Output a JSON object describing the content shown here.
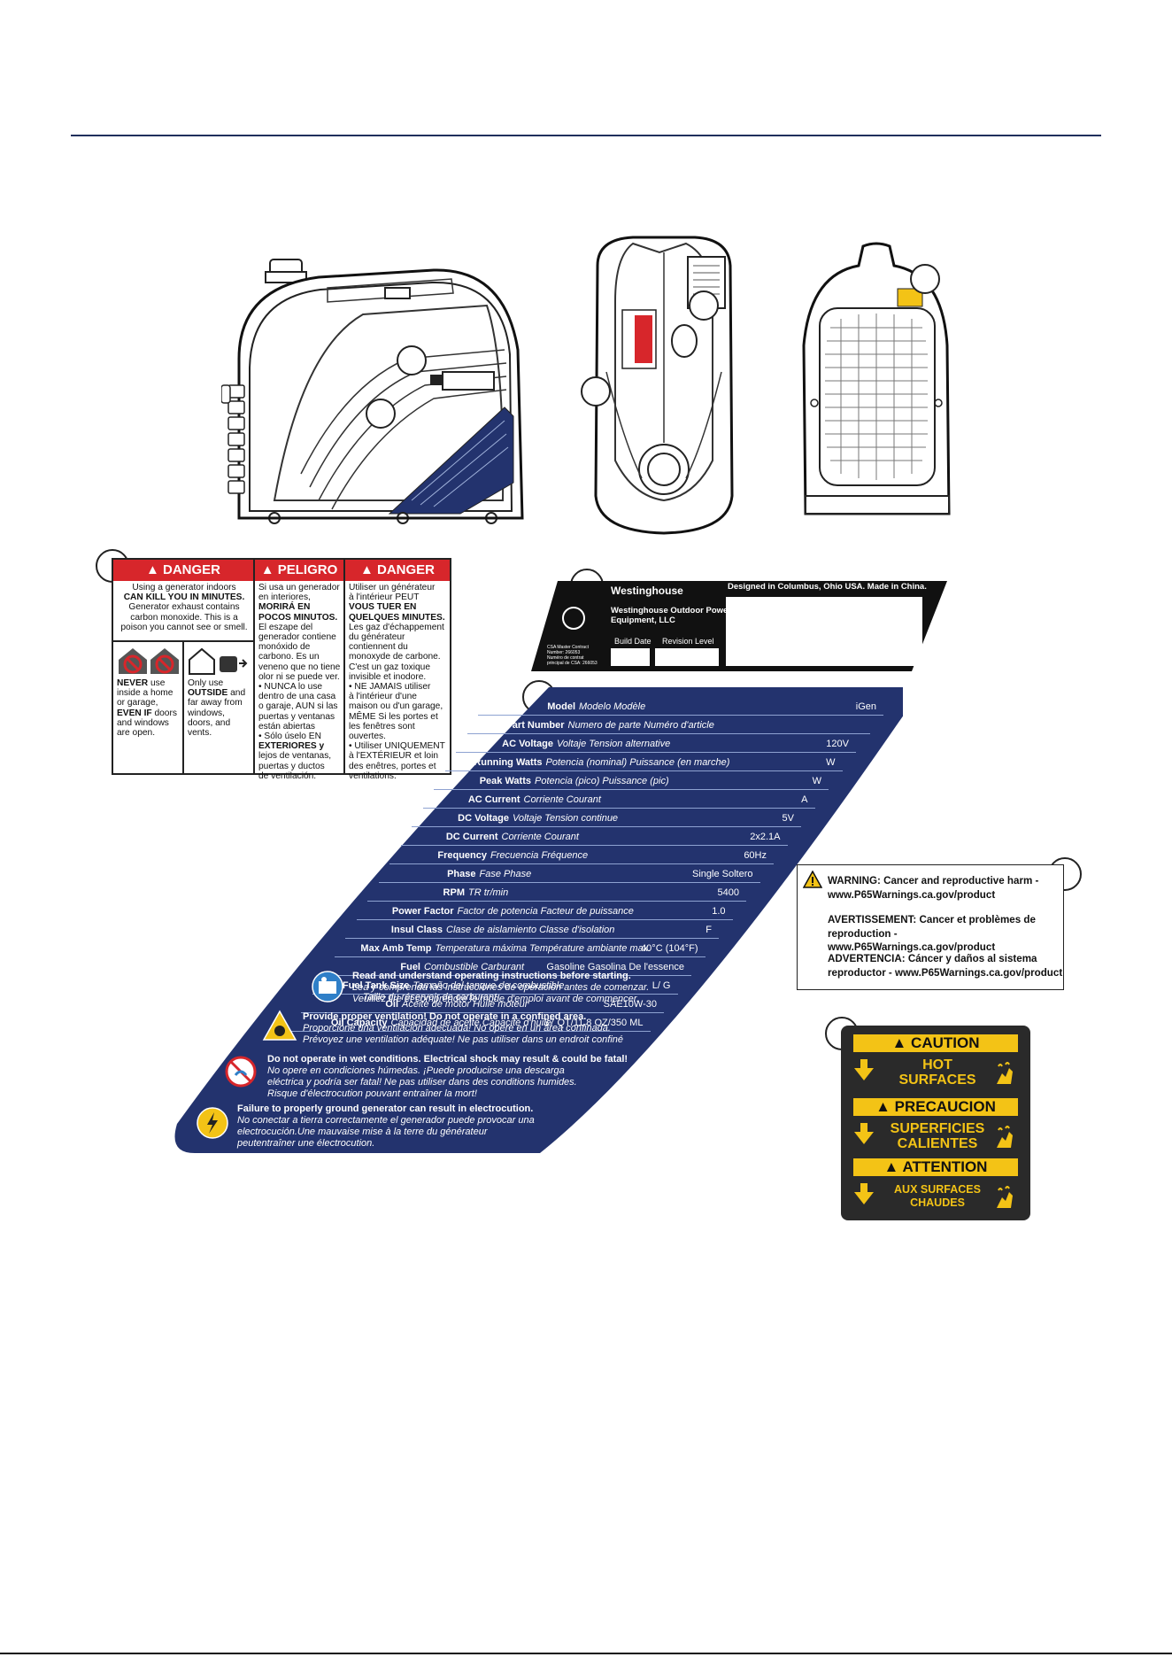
{
  "danger_label": {
    "headers": [
      "DANGER",
      "PELIGRO",
      "DANGER"
    ],
    "en_top": [
      "Using a generator indoors",
      "CAN KILL YOU IN MINUTES.",
      "Generator exhaust contains",
      "carbon monoxide. This is a",
      "poison you cannot see or smell."
    ],
    "en_never": [
      "NEVER use",
      "inside a home",
      "or garage,",
      "EVEN IF doors",
      "and windows",
      "are open."
    ],
    "en_outside": [
      "Only use",
      "OUTSIDE and",
      "far away from",
      "windows,",
      "doors, and",
      "vents."
    ],
    "es": [
      "Si usa un generador",
      "en interiores,",
      "MORIRÁ EN",
      "POCOS MINUTOS.",
      "El eszape del",
      "generador contiene",
      "monóxido de",
      "carbono. Es un",
      "veneno que no tiene",
      "olor ni se puede ver.",
      "• NUNCA lo use",
      "dentro de una casa",
      "o garaje, AUN si las",
      "puertas y ventanas",
      "están abiertas",
      "• Sólo úselo EN",
      "EXTERIORES y",
      "lejos de ventanas,",
      "puertas y ductos",
      "de ventilación."
    ],
    "fr": [
      "Utiliser un générateur",
      "à l'intérieur PEUT",
      "VOUS TUER EN",
      "QUELQUES MINUTES.",
      "Les gaz d'échappement",
      "du générateur",
      "contiennent du",
      "monoxyde de carbone.",
      "C'est un gaz toxique",
      "invisible et inodore.",
      "• NE JAMAIS utiliser",
      "à l'intérieur d'une",
      "maison ou d'un garage,",
      "MÊME Si les portes et",
      "les fenêtres sont",
      "ouvertes.",
      "• Utiliser UNIQUEMENT",
      "à l'EXTÉRIEUR et loin",
      "des enêtres, portes et",
      "ventilations."
    ]
  },
  "plate": {
    "brand": "Westinghouse",
    "company_1": "Westinghouse Outdoor Power",
    "company_2": "Equipment, LLC",
    "designed": "Designed in Columbus, Ohio USA. Made in China.",
    "build_date": "Build Date",
    "revision": "Revision Level",
    "csa_1": "CSA Master Contract",
    "csa_2": "Number: 266053",
    "csa_3": "Numéro de contrat",
    "csa_4": "principal de CSA: 266053"
  },
  "spec": {
    "rows": [
      {
        "label": "Model",
        "alt": "Modelo Modèle",
        "value": "iGen"
      },
      {
        "label": "Part Number",
        "alt": "Numero de parte Numéro d'article",
        "value": ""
      },
      {
        "label": "AC Voltage",
        "alt": "Voltaje Tension alternative",
        "value": "120V"
      },
      {
        "label": "Running Watts",
        "alt": "Potencia (nominal) Puissance (en marche)",
        "value": "W"
      },
      {
        "label": "Peak Watts",
        "alt": "Potencia (pico) Puissance (pic)",
        "value": "W"
      },
      {
        "label": "AC Current",
        "alt": "Corriente Courant",
        "value": "A"
      },
      {
        "label": "DC Voltage",
        "alt": "Voltaje Tension continue",
        "value": "5V"
      },
      {
        "label": "DC Current",
        "alt": "Corriente Courant",
        "value": "2x2.1A"
      },
      {
        "label": "Frequency",
        "alt": "Frecuencia Fréquence",
        "value": "60Hz"
      },
      {
        "label": "Phase",
        "alt": "Fase Phase",
        "value": "Single Soltero"
      },
      {
        "label": "RPM",
        "alt": "TR tr/min",
        "value": "5400"
      },
      {
        "label": "Power Factor",
        "alt": "Factor de potencia Facteur de puissance",
        "value": "1.0"
      },
      {
        "label": "Insul Class",
        "alt": "Clase de aislamiento Classe d'isolation",
        "value": "F"
      },
      {
        "label": "Max Amb Temp",
        "alt": "Temperatura máxima Température ambiante max.",
        "value": "40°C (104°F)"
      },
      {
        "label": "Fuel",
        "alt": "Combustible Carburant",
        "value": "Gasoline Gasolina De l'essence"
      },
      {
        "label": "Fuel Tank Size",
        "alt": "Tamaño del tanque de combustible",
        "value": "L/      G"
      },
      {
        "label": "Oil",
        "alt": "Aceite de motor Huile moteur",
        "value": "SAE10W-30"
      },
      {
        "label": "Oil Capacity",
        "alt": "Capacidad de aceite Capacité d'huile",
        "value": ".37 QT/11.8 OZ/350 ML"
      }
    ],
    "tank_fr": "Taille du réservoir de carburant",
    "w1_b": "Read and understand operating instructions before starting.",
    "w1_1": "Lea y comprenda las instrucciones de operación antes de comenzar.",
    "w1_2": "Veuillez lire et comprendre le mode d'emploi avant de commencer.",
    "w2_b": "Provide proper ventilation! Do not operate in a confined area.",
    "w2_1": "Proporcione una ventilación adecuada! No opere en un área confinada.",
    "w2_2": "Prévoyez une ventilation adéquate! Ne pas utiliser dans un endroit confiné",
    "w3_b": "Do not operate in wet conditions. Electrical shock may result & could be fatal!",
    "w3_1": "No opere en condiciones húmedas. ¡Puede producirse una descarga",
    "w3_2": "eléctrica y podría ser fatal! Ne pas utiliser dans des conditions humides.",
    "w3_3": "Risque d'électrocution pouvant entraîner la mort!",
    "w4_b": "Failure to properly ground generator can result in electrocution.",
    "w4_1": "No conectar a tierra correctamente el generador puede provocar una",
    "w4_2": "electrocución.Une mauvaise mise à la terre du générateur",
    "w4_3": "peutentraîner une électrocution."
  },
  "p65": {
    "l1": "WARNING: Cancer and reproductive harm -",
    "l2": "www.P65Warnings.ca.gov/product",
    "l3": "AVERTISSEMENT: Cancer et problèmes de",
    "l4": "reproduction - www.P65Warnings.ca.gov/product",
    "l5": "ADVERTENCIA: Cáncer y daños al sistema",
    "l6": "reproductor - www.P65Warnings.ca.gov/product"
  },
  "caution": {
    "h1": "CAUTION",
    "t1a": "HOT",
    "t1b": "SURFACES",
    "h2": "PRECAUCION",
    "t2a": "SUPERFICIES",
    "t2b": "CALIENTES",
    "h3": "ATTENTION",
    "t3a": "AUX SURFACES",
    "t3b": "CHAUDES"
  },
  "colors": {
    "navy": "#23336e",
    "danger_red": "#d7262b",
    "caution_yellow": "#f3c316"
  },
  "icons": [
    "warning-triangle-icon",
    "manual-icon",
    "ventilation-icon",
    "no-wet-icon",
    "electrocution-icon",
    "csa-icon",
    "hot-surface-hand-icon",
    "down-arrow-icon",
    "no-indoor-house-icon",
    "outdoor-generator-icon"
  ]
}
